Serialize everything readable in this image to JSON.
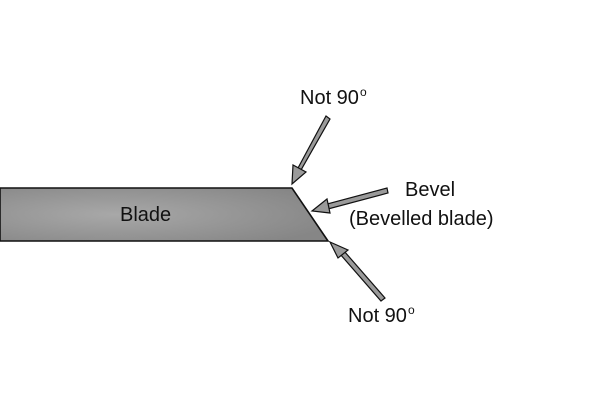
{
  "labels": {
    "blade": "Blade",
    "not90_top": "Not 90",
    "not90_top_sup": "o",
    "bevel": "Bevel",
    "bevel_sub": "(Bevelled blade)",
    "not90_bottom": "Not 90",
    "not90_bottom_sup": "o"
  },
  "colors": {
    "blade_fill": "#8a8a8a",
    "blade_fill_light": "#a2a2a2",
    "outline": "#111111",
    "arrow_fill": "#9a9a9a"
  }
}
